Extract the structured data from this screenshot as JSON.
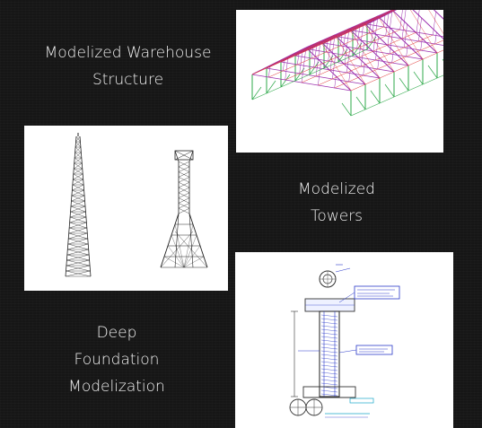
{
  "captions": {
    "warehouse": [
      "Modelized Warehouse",
      "Structure"
    ],
    "towers": [
      "Modelized",
      "Towers"
    ],
    "foundation": [
      "Deep",
      "Foundation",
      "Modelization"
    ]
  },
  "colors": {
    "background": "#161616",
    "caption_text": "#f2f2f2",
    "panel_bg": "#ffffff",
    "truss_magenta": "#9b2fae",
    "truss_red": "#e03030",
    "truss_green": "#2ea84a",
    "tower_line": "#222222",
    "cad_blue": "#2a39c9",
    "cad_cyan": "#1aa7c8",
    "cad_dark": "#333333"
  },
  "images": {
    "warehouse": "warehouse-truss-model-drawing",
    "towers": "lattice-tower-models-drawing",
    "foundation": "deep-foundation-pile-cad-drawing"
  }
}
